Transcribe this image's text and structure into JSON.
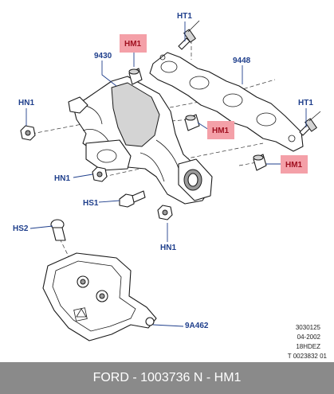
{
  "callouts": {
    "ht1_top": "HT1",
    "hm1_top": "HM1",
    "p9430": "9430",
    "p9448": "9448",
    "ht1_right": "HT1",
    "hn1_left": "HN1",
    "hm1_mid": "HM1",
    "hm1_right": "HM1",
    "hn1_mid": "HN1",
    "hs1": "HS1",
    "hn1_bottom": "HN1",
    "hs2": "HS2",
    "p9a462": "9A462"
  },
  "reference": {
    "line1": "3030125",
    "line2": "04-2002",
    "line3": "18HDEZ",
    "line4": "T 0023832 01"
  },
  "footer": {
    "text": "FORD - 1003736    N - HM1"
  },
  "colors": {
    "label": "#1f3f8c",
    "highlight_fill": "#f4a0a8",
    "highlight_text": "#a01020",
    "footer_bg": "#8a8a8a"
  }
}
